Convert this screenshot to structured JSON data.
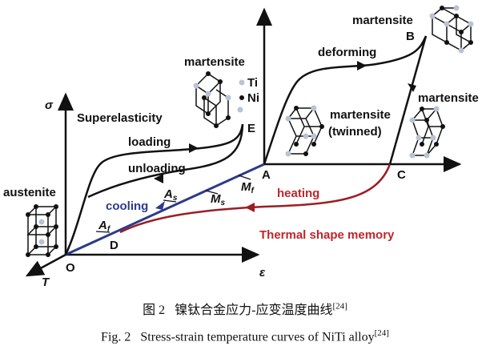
{
  "diagram": {
    "axes": {
      "stress": "σ",
      "strain": "ε",
      "temperature": "T",
      "origin": "O"
    },
    "points": {
      "A": "A",
      "B": "B",
      "C": "C",
      "D": "D",
      "E": "E"
    },
    "temperatures": {
      "Af": "A",
      "Af_sub": "f",
      "As": "A",
      "As_sub": "s",
      "Ms": "M",
      "Ms_sub": "s",
      "Mf": "M",
      "Mf_sub": "f"
    },
    "labels": {
      "superelasticity": "Superelasticity",
      "loading": "loading",
      "unloading": "unloading",
      "cooling": "cooling",
      "heating": "heating",
      "thermal_shape_memory": "Thermal shape memory",
      "deforming": "deforming",
      "austenite": "austenite",
      "martensite_top_left": "martensite",
      "martensite_top_right": "martensite",
      "martensite_right": "martensite",
      "martensite_twinned": "martensite",
      "twinned": "(twinned)",
      "legend_ti": "Ti",
      "legend_ni": "Ni"
    },
    "colors": {
      "cooling": "#2c3a8a",
      "heating": "#9a1e25",
      "ti": "#b9c3d3",
      "ni": "#111111"
    }
  },
  "caption": {
    "cn_label": "图 2",
    "cn_text": "镍钛合金应力-应变温度曲线",
    "en_label": "Fig. 2",
    "en_text": "Stress-strain temperature curves of NiTi alloy",
    "ref": "[24]"
  }
}
